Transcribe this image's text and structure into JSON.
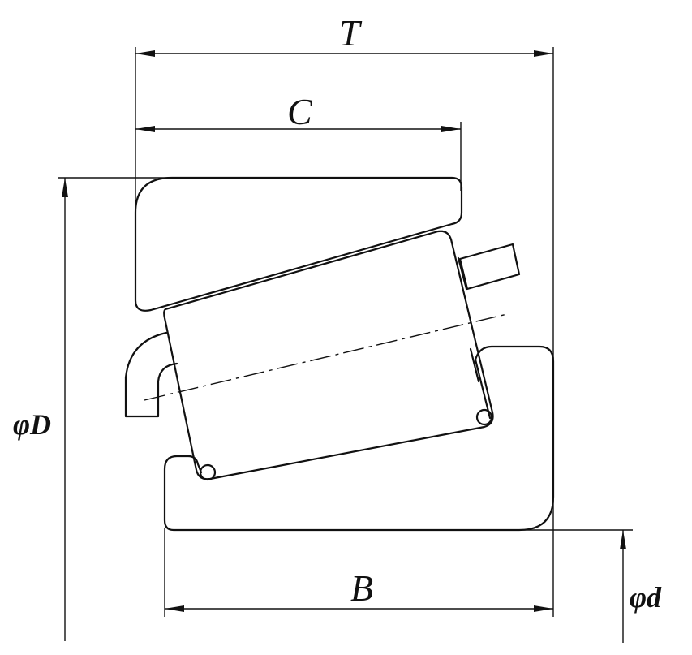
{
  "labels": {
    "T": "T",
    "C": "C",
    "B": "B",
    "phi_D": "φD",
    "phi_d": "φd"
  },
  "colors": {
    "line": "#111111",
    "background": "#ffffff"
  }
}
